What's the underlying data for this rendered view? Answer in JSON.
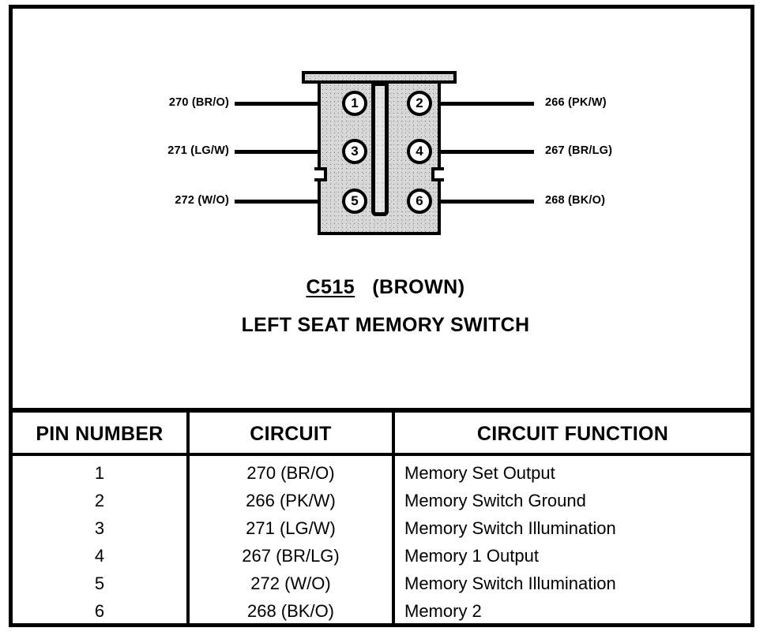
{
  "connector": {
    "code": "C515",
    "colour": "(BROWN)",
    "name": "LEFT SEAT MEMORY SWITCH",
    "pins": [
      {
        "number": "1",
        "label": "270 (BR/O)",
        "side": "left"
      },
      {
        "number": "2",
        "label": "266 (PK/W)",
        "side": "right"
      },
      {
        "number": "3",
        "label": "271 (LG/W)",
        "side": "left"
      },
      {
        "number": "4",
        "label": "267 (BR/LG)",
        "side": "right"
      },
      {
        "number": "5",
        "label": "272 (W/O)",
        "side": "left"
      },
      {
        "number": "6",
        "label": "268 (BK/O)",
        "side": "right"
      }
    ]
  },
  "table": {
    "headers": {
      "pin_number": "PIN NUMBER",
      "circuit": "CIRCUIT",
      "circuit_function": "CIRCUIT FUNCTION"
    },
    "rows": [
      {
        "pin": "1",
        "circuit": "270 (BR/O)",
        "function": "Memory Set Output"
      },
      {
        "pin": "2",
        "circuit": "266 (PK/W)",
        "function": "Memory Switch Ground"
      },
      {
        "pin": "3",
        "circuit": "271 (LG/W)",
        "function": "Memory Switch Illumination"
      },
      {
        "pin": "4",
        "circuit": "267 (BR/LG)",
        "function": "Memory 1 Output"
      },
      {
        "pin": "5",
        "circuit": "272 (W/O)",
        "function": "Memory Switch Illumination"
      },
      {
        "pin": "6",
        "circuit": "268 (BK/O)",
        "function": "Memory 2"
      }
    ]
  },
  "colors": {
    "ink": "#000000",
    "paper": "#ffffff",
    "connector_fill": "#d8d8d8"
  }
}
